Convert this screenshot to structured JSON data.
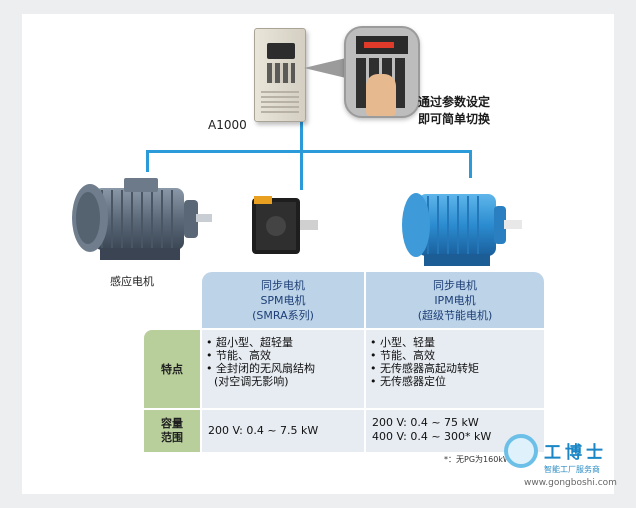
{
  "drive": {
    "model_label": "A1000"
  },
  "callout": {
    "line1": "通过参数设定",
    "line2": "即可简单切换"
  },
  "motors": {
    "induction_label": "感应电机"
  },
  "table": {
    "headers": [
      {
        "line1": "同步电机",
        "line2": "SPM电机",
        "line3": "(SMRA系列)"
      },
      {
        "line1": "同步电机",
        "line2": "IPM电机",
        "line3": "(超级节能电机)"
      }
    ],
    "rows": [
      {
        "label": "特点",
        "spm": [
          "• 超小型、超轻量",
          "• 节能、高效",
          "• 全封闭的无风扇结构",
          "(对空调无影响)"
        ],
        "ipm": [
          "• 小型、轻量",
          "• 节能、高效",
          "• 无传感器高起动转矩",
          "• 无传感器定位"
        ]
      },
      {
        "label_line1": "容量",
        "label_line2": "范围",
        "spm": "200 V: 0.4 ~ 7.5 kW",
        "ipm": [
          "200 V: 0.4 ~ 75 kW",
          "400 V: 0.4 ~ 300* kW"
        ]
      }
    ],
    "footnote": "*：无PG为160kW"
  },
  "watermark": {
    "brand": "工博士",
    "slogan": "智能工厂服务商",
    "url": "www.gongboshi.com"
  },
  "colors": {
    "connector": "#2a9ad8",
    "header_bg": "#bcd3e8",
    "header_text": "#1e3f77",
    "rowhead_bg": "#b8cf9c",
    "body_bg": "#e7ecf2"
  }
}
